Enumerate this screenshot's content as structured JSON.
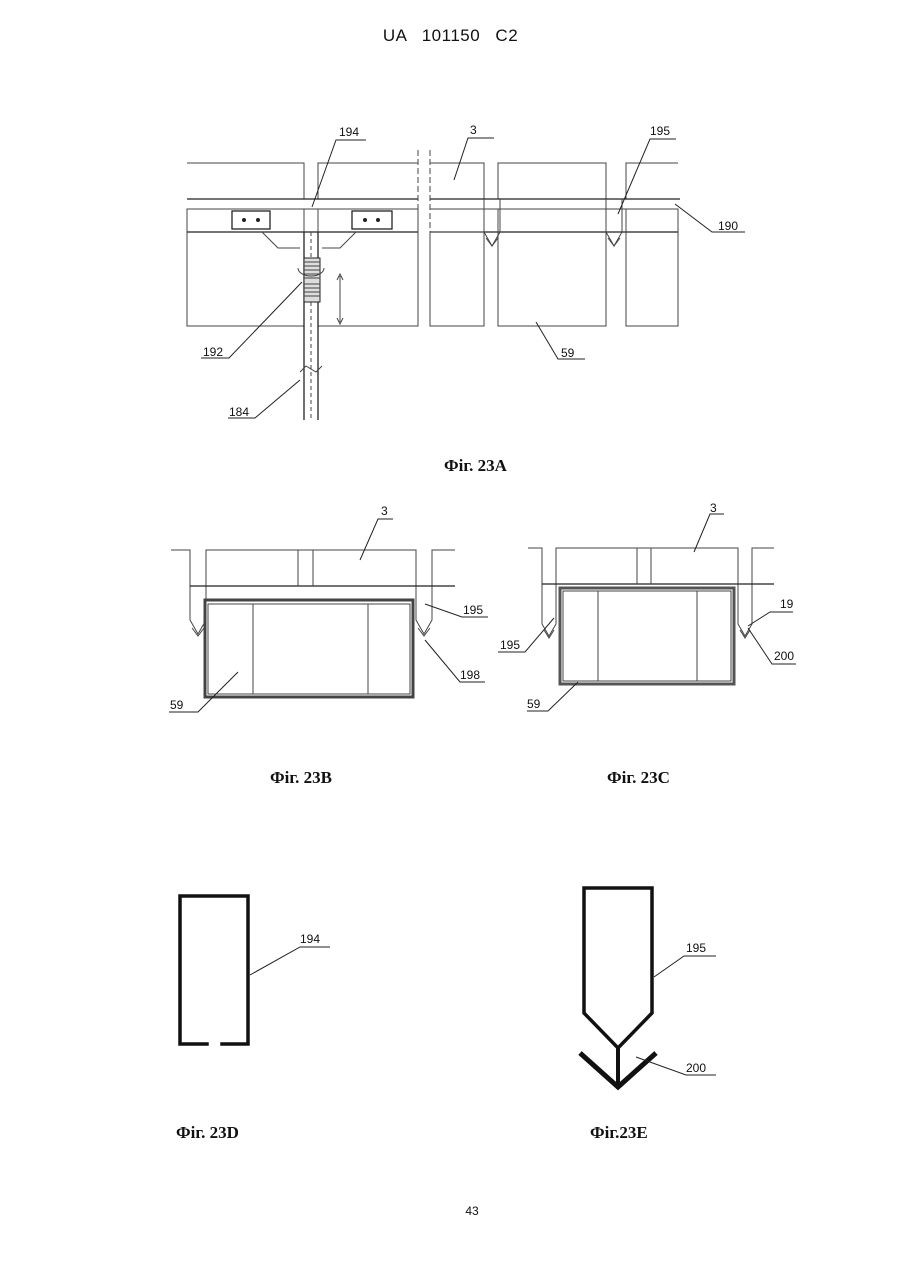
{
  "header": "UA   101150   C2",
  "page_number": "43",
  "figures": {
    "fig23a": {
      "caption": "Фіг. 23А",
      "labels": {
        "l194": "194",
        "l3": "3",
        "l195": "195",
        "l190": "190",
        "l192": "192",
        "l59": "59",
        "l184": "184"
      }
    },
    "fig23b": {
      "caption": "Фіг. 23В",
      "labels": {
        "l3": "3",
        "l195": "195",
        "l198": "198",
        "l59": "59"
      }
    },
    "fig23c": {
      "caption": "Фіг. 23С",
      "labels": {
        "l3": "3",
        "l19": "19",
        "l195": "195",
        "l200": "200",
        "l59": "59"
      }
    },
    "fig23d": {
      "caption": "Фіг. 23D",
      "labels": {
        "l194": "194"
      }
    },
    "fig23e": {
      "caption": "Фіг.23Е",
      "labels": {
        "l195": "195",
        "l200": "200"
      }
    }
  }
}
